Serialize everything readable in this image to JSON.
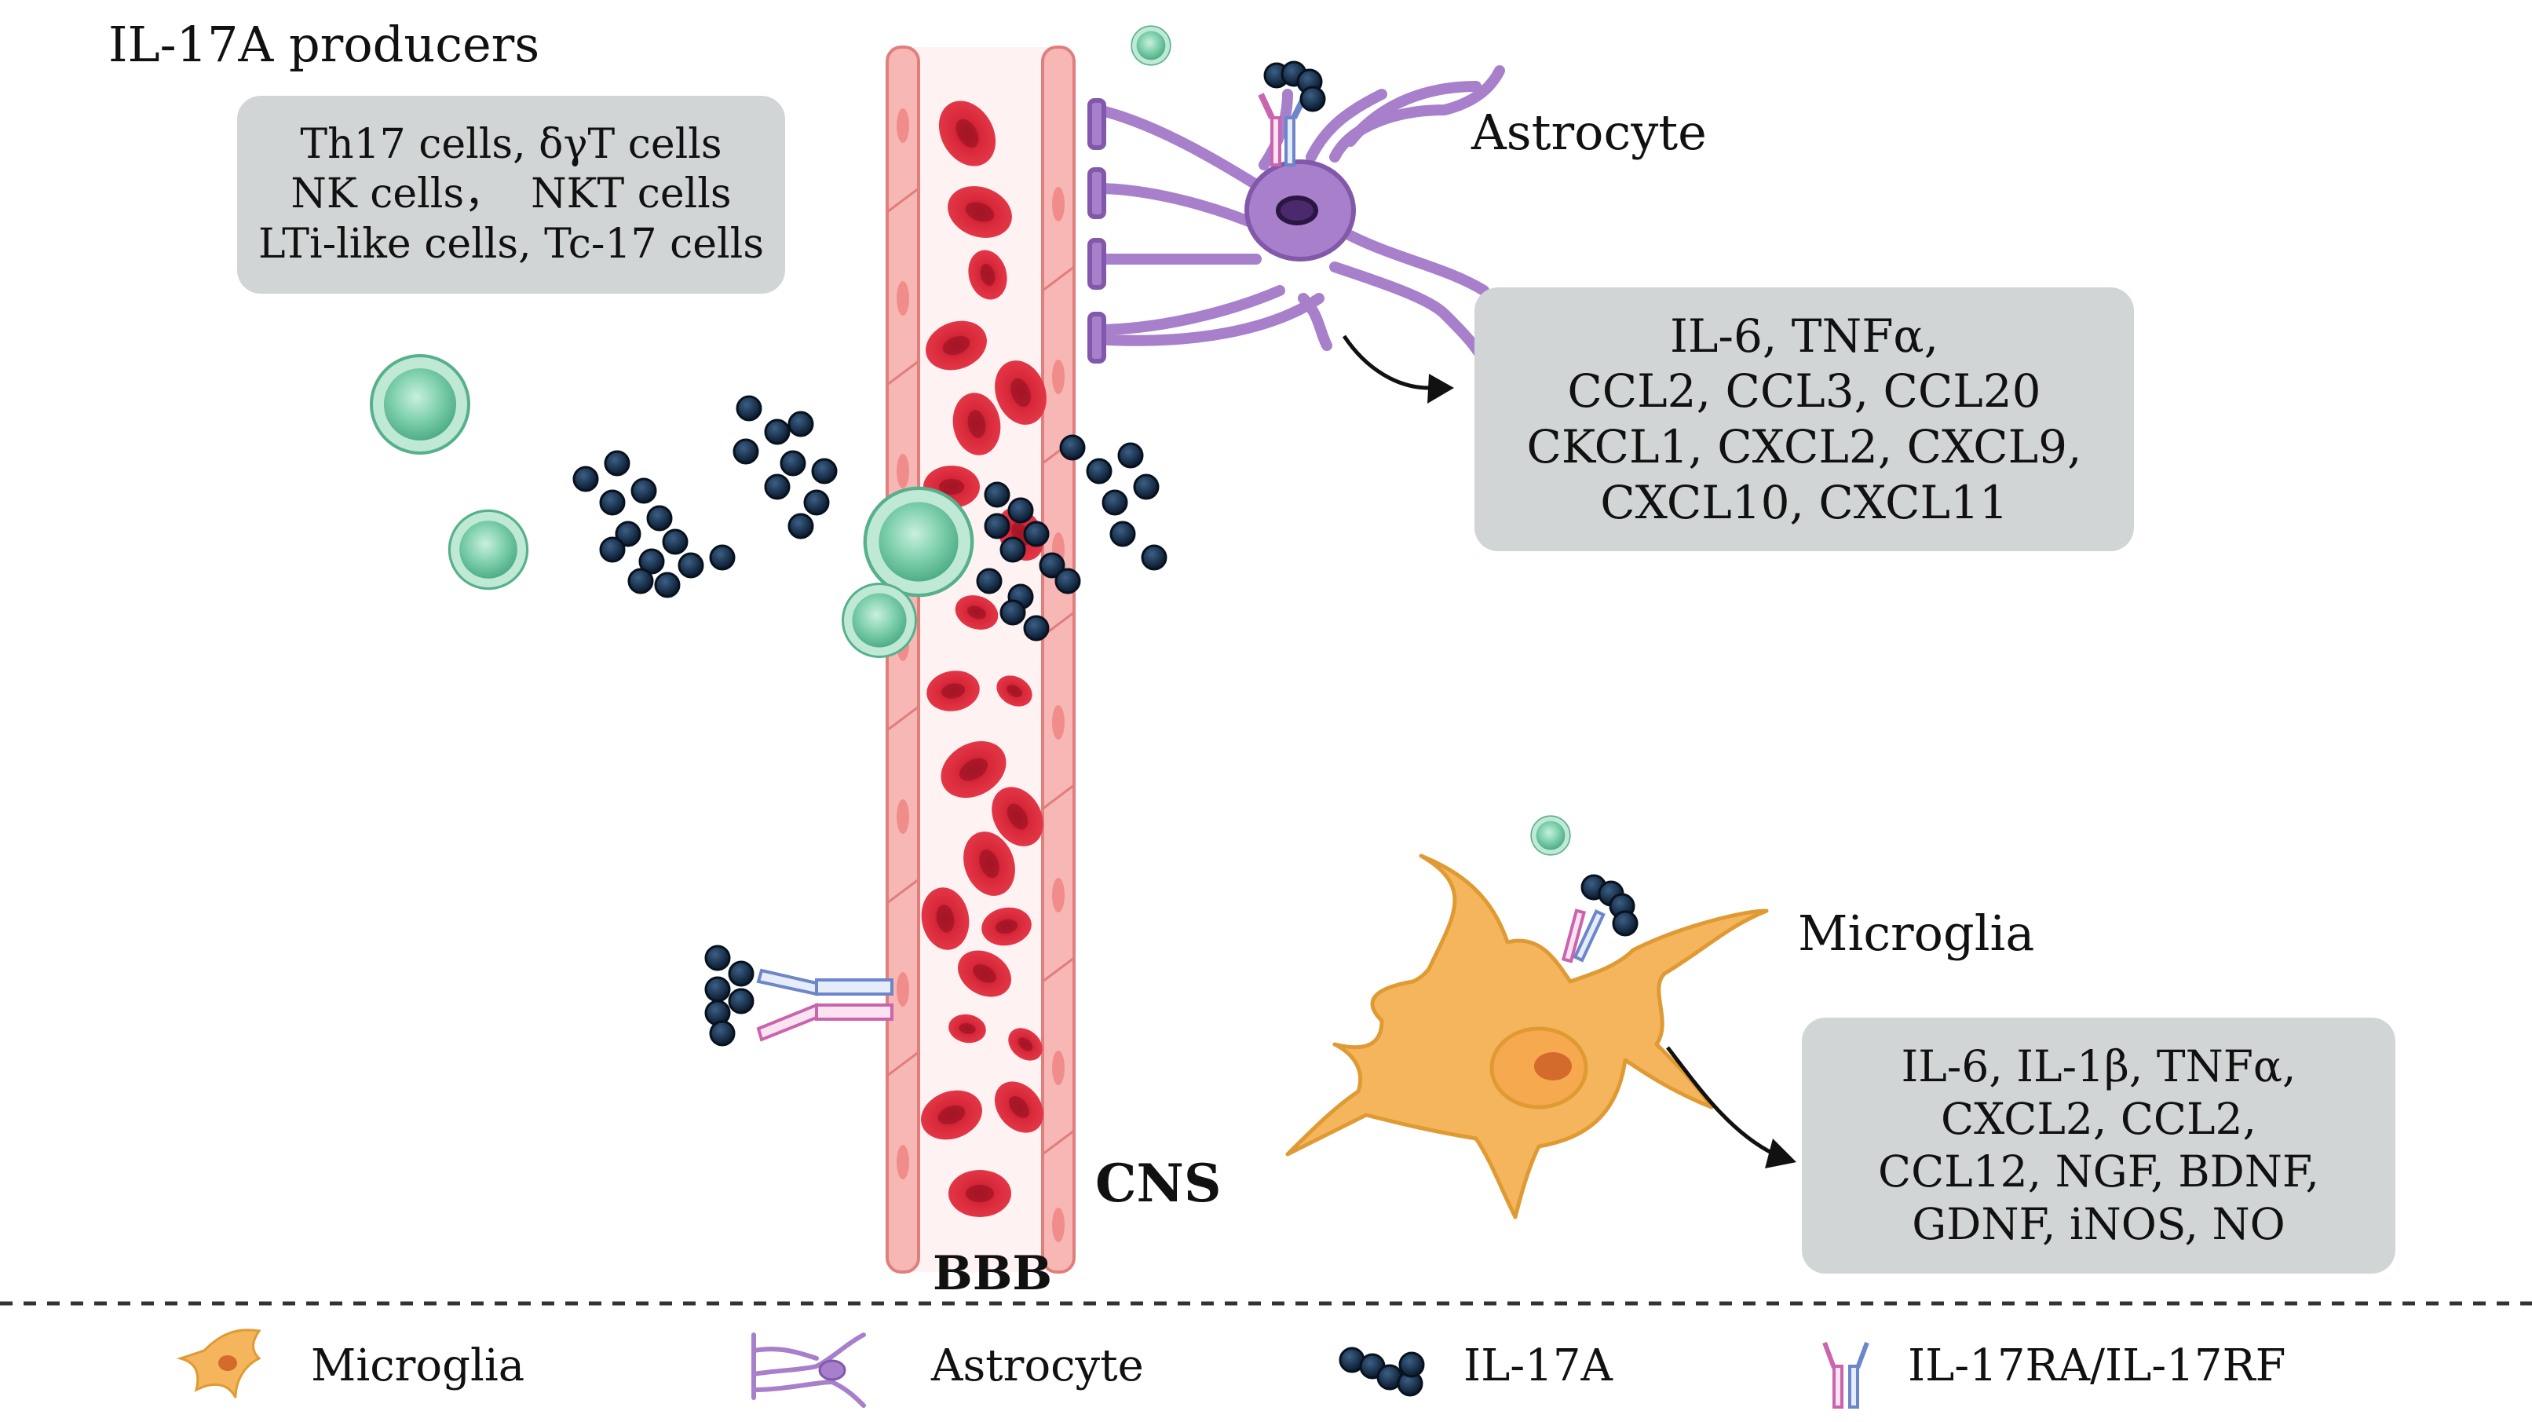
{
  "producers": {
    "title": "IL-17A producers",
    "lines": [
      "Th17 cells, δγT cells",
      "NK cells，  NKT cells",
      "LTi-like cells, Tc-17 cells"
    ]
  },
  "astrocyte": {
    "label": "Astrocyte",
    "lines": [
      "IL-6, TNFα,",
      "CCL2, CCL3, CCL20",
      "CKCL1, CXCL2, CXCL9,",
      "CXCL10, CXCL11"
    ]
  },
  "microglia": {
    "label": "Microglia",
    "lines": [
      "IL-6, IL-1β, TNFα,",
      "CXCL2, CCL2,",
      "CCL12, NGF, BDNF,",
      "GDNF, iNOS, NO"
    ]
  },
  "labels": {
    "cns": "CNS",
    "bbb": "BBB"
  },
  "legend": {
    "microglia": "Microglia",
    "astrocyte": "Astrocyte",
    "il17a": "IL-17A",
    "receptor": "IL-17RA/IL-17RF"
  },
  "colors": {
    "vessel_wall": "#f4a3a3",
    "rbc": "#d8283a",
    "cytokine": "#132a44",
    "t_cell": "#7fd0ad",
    "astrocyte": "#a77fca",
    "microglia": "#f4b55c",
    "box_fill": "#d2d5d6",
    "receptor_a": "#8ea3d9",
    "receptor_f": "#dd86c5"
  }
}
